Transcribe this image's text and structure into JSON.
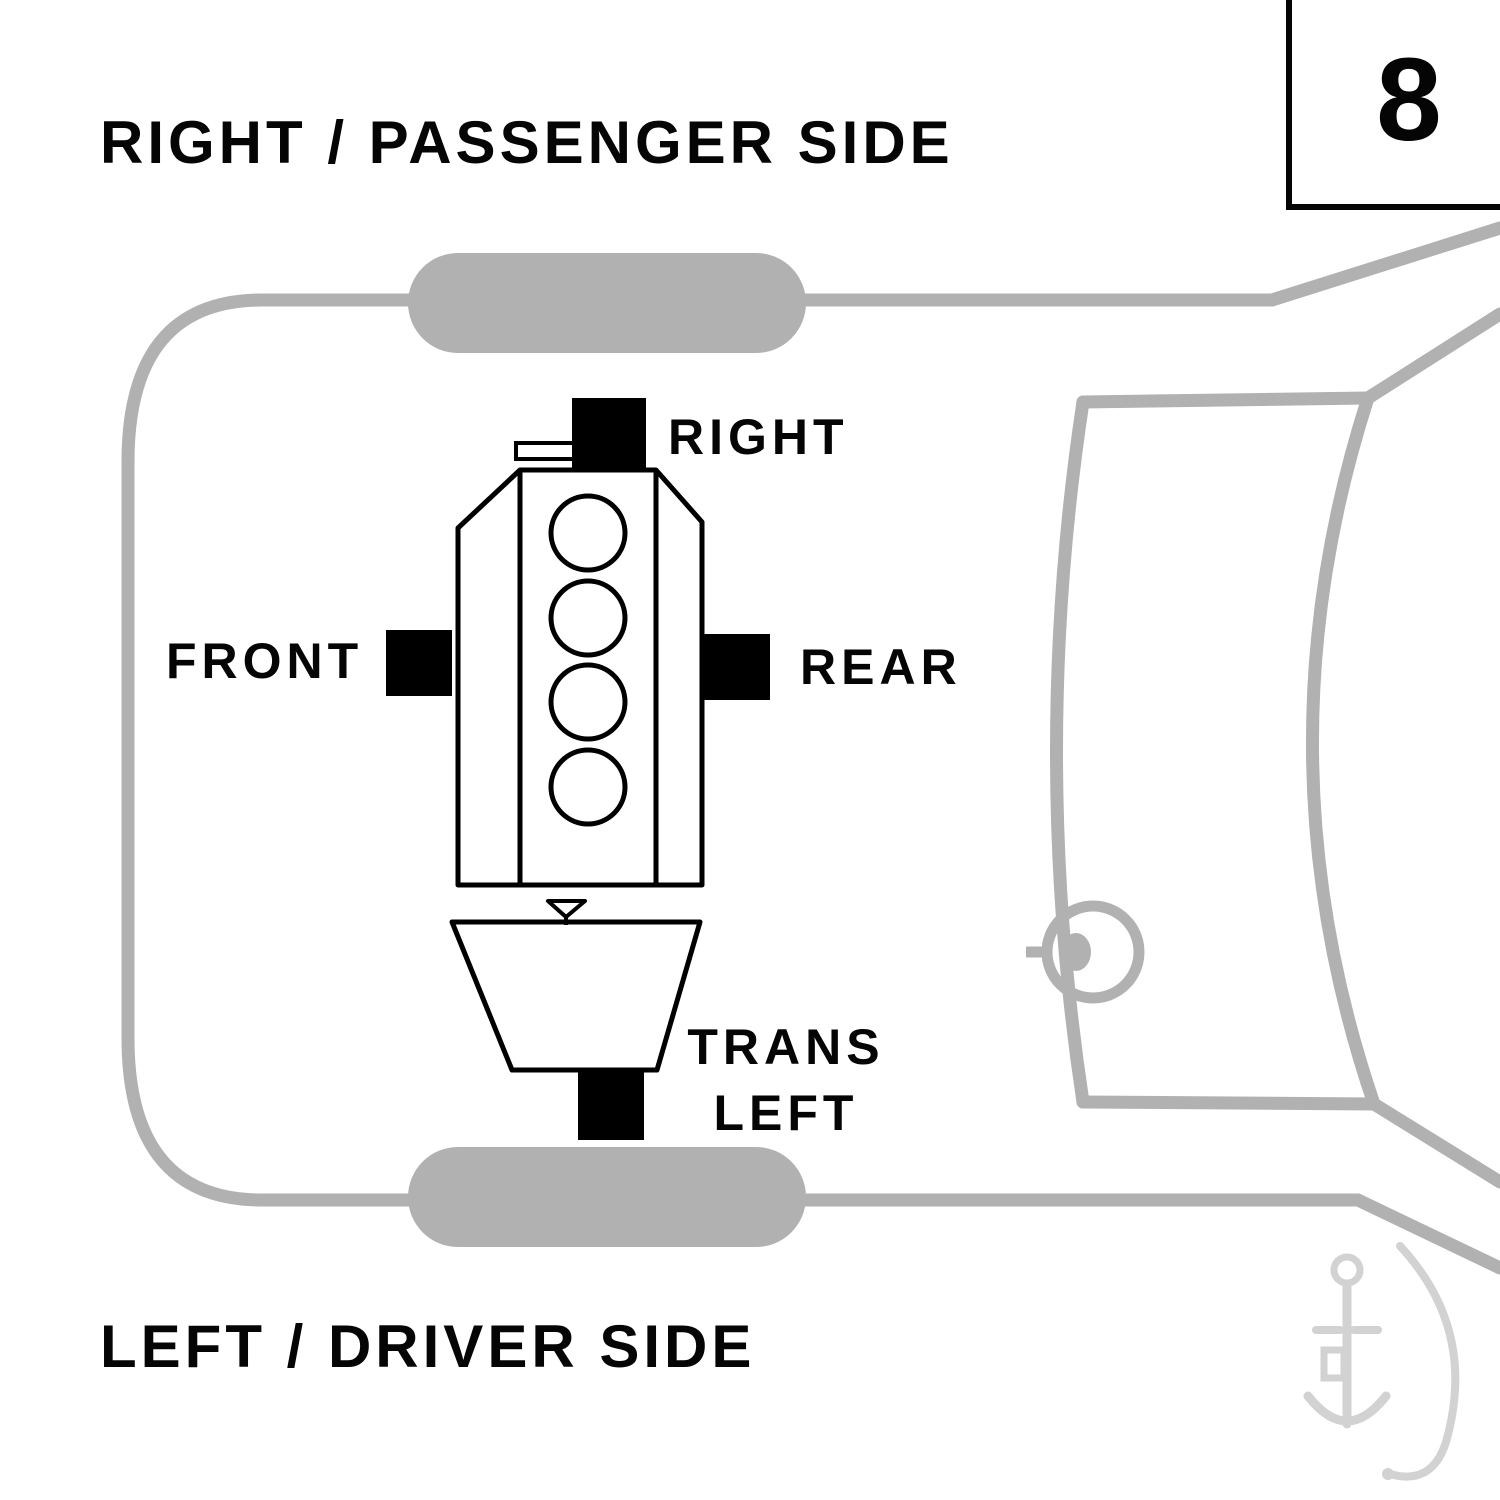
{
  "header": {
    "top_title": "RIGHT / PASSENGER SIDE",
    "position_number": "8"
  },
  "footer": {
    "bottom_title": "LEFT / DRIVER SIDE"
  },
  "diagram": {
    "view": "top-down vehicle engine and transmission mount locations",
    "engine_cylinder_count": 4,
    "mount_labels": {
      "top": "RIGHT",
      "left": "FRONT",
      "right": "REAR",
      "bottom_line1": "TRANS",
      "bottom_line2": "LEFT"
    },
    "colors": {
      "car_outline_gray": "#b1b1b1",
      "mount_black": "#000000",
      "watermark_gray": "#d2d2d2"
    }
  }
}
